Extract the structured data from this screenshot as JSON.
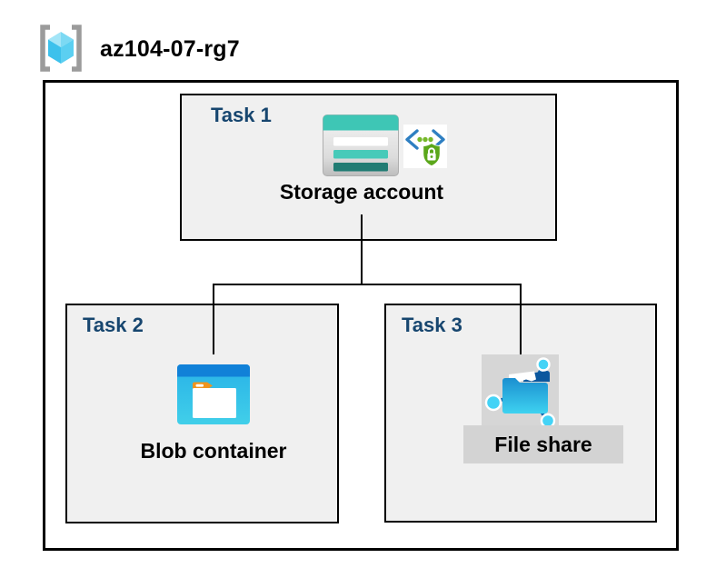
{
  "header": {
    "title": "az104-07-rg7",
    "icon": "resource-group-icon"
  },
  "diagram": {
    "tasks": [
      {
        "label": "Task 1",
        "item": "Storage account",
        "icons": [
          "storage-account-icon",
          "secured-access-icon"
        ],
        "highlighted": false
      },
      {
        "label": "Task 2",
        "item": "Blob container",
        "icons": [
          "blob-container-icon"
        ],
        "highlighted": false
      },
      {
        "label": "Task 3",
        "item": "File share",
        "icons": [
          "file-share-icon"
        ],
        "highlighted": true
      }
    ],
    "connections": [
      {
        "from": "Storage account",
        "to": "Blob container"
      },
      {
        "from": "Storage account",
        "to": "File share"
      }
    ]
  },
  "colors": {
    "task_label_navy": "#17466f",
    "task_box_fill": "#f0f0f0",
    "border_black": "#000000",
    "storage_teal": "#3ec6b5",
    "storage_teal_dark": "#217c73",
    "azure_blue": "#1181d8",
    "cyan_body": "#2fbaec",
    "folder_orange": "#f0941e",
    "shield_green": "#5ba71b",
    "bracket_blue": "#2e7fc2",
    "rg_bracket_gray": "#9b9b9b",
    "highlight_gray": "#d6d6d6"
  }
}
